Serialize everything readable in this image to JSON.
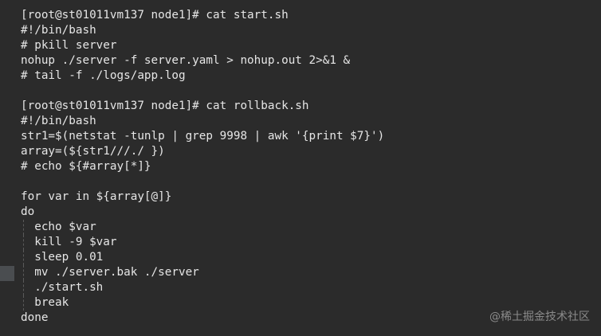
{
  "terminal": {
    "lines": [
      "[root@st01011vm137 node1]# cat start.sh",
      "#!/bin/bash",
      "# pkill server",
      "nohup ./server -f server.yaml > nohup.out 2>&1 &",
      "# tail -f ./logs/app.log",
      "",
      "[root@st01011vm137 node1]# cat rollback.sh",
      "#!/bin/bash",
      "str1=$(netstat -tunlp | grep 9998 | awk '{print $7}')",
      "array=(${str1///./ })",
      "# echo ${#array[*]}",
      "",
      "for var in ${array[@]}",
      "do",
      "  echo $var",
      "  kill -9 $var",
      "  sleep 0.01",
      "  mv ./server.bak ./server",
      "  ./start.sh",
      "  break",
      "done"
    ]
  },
  "watermark": "@稀土掘金技术社区"
}
